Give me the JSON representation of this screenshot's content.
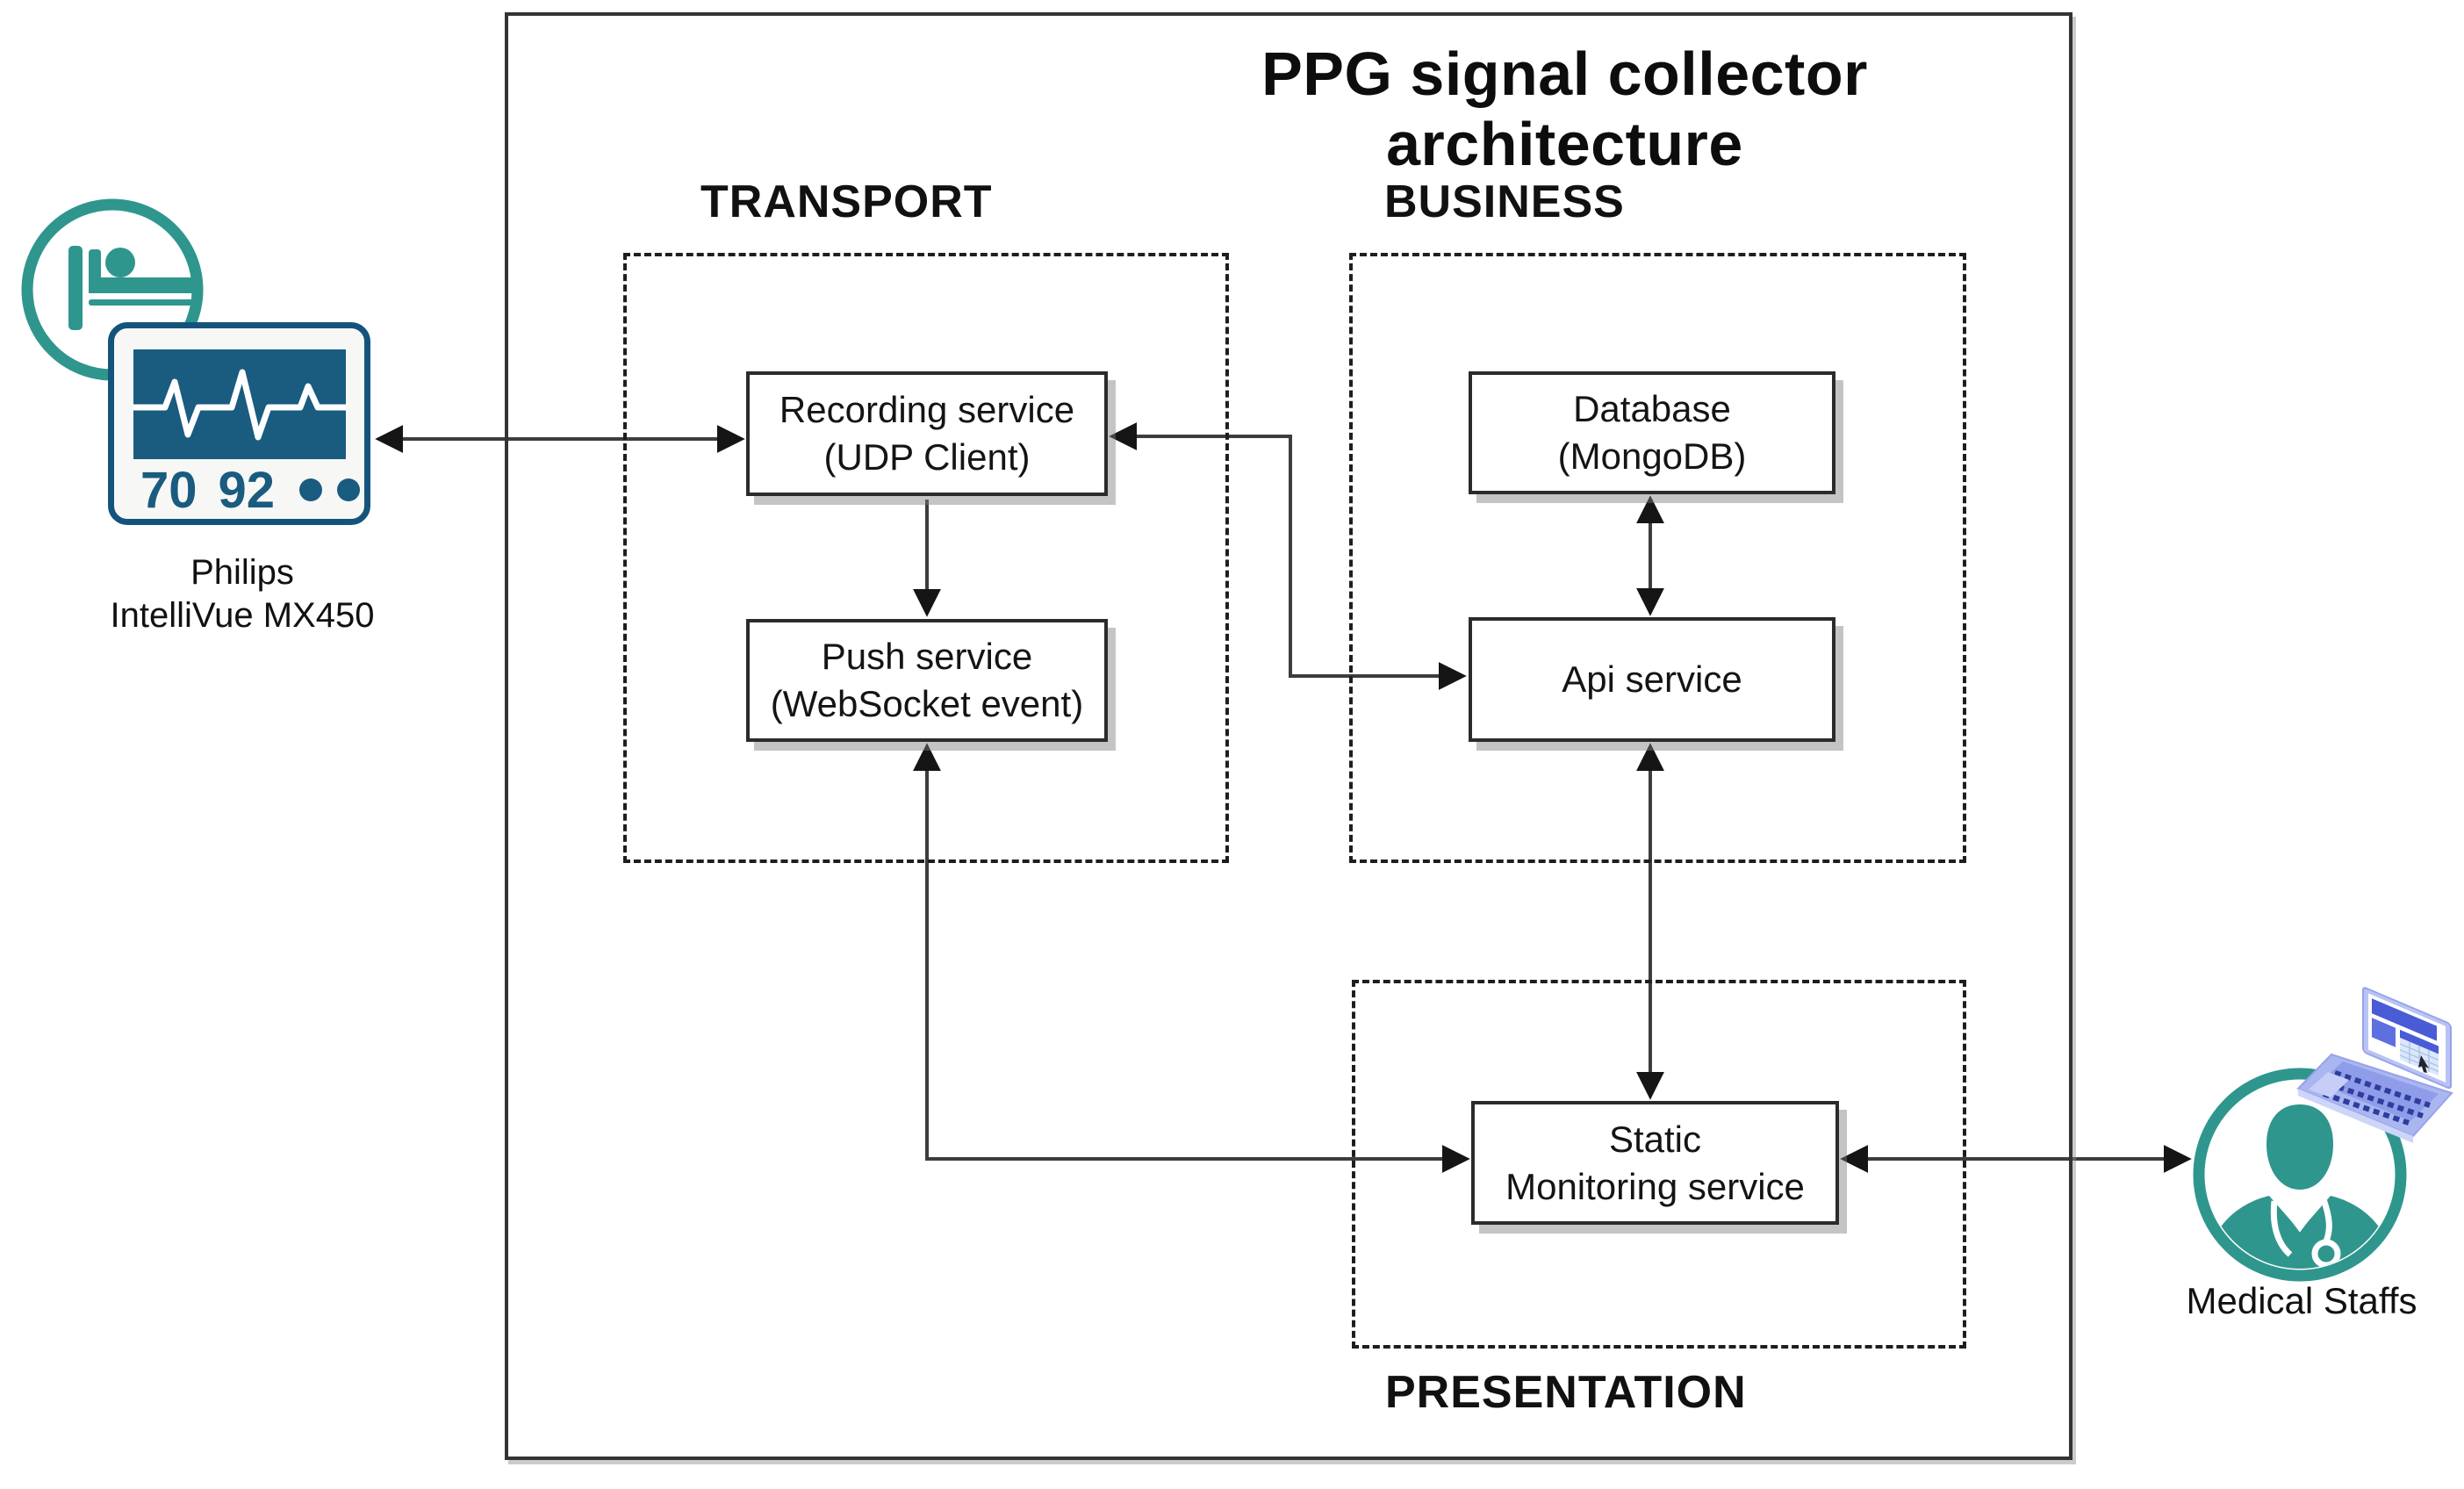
{
  "title": "PPG signal collector architecture",
  "sections": {
    "transport": {
      "label": "TRANSPORT"
    },
    "business": {
      "label": "BUSINESS"
    },
    "presentation": {
      "label": "PRESENTATION"
    }
  },
  "nodes": {
    "recording_service": {
      "line1": "Recording service",
      "line2": "(UDP Client)"
    },
    "push_service": {
      "line1": "Push service",
      "line2": "(WebSocket event)"
    },
    "database": {
      "line1": "Database",
      "line2": "(MongoDB)"
    },
    "api_service": {
      "line1": "Api service",
      "line2": ""
    },
    "static_monitoring_service": {
      "line1": "Static",
      "line2": "Monitoring service"
    }
  },
  "actors": {
    "patient_monitor": {
      "label_line1": "Philips",
      "label_line2": "IntelliVue MX450",
      "heart_rate": "70",
      "spo2": "92"
    },
    "medical_staffs": {
      "label": "Medical Staffs"
    }
  },
  "icons": {
    "patient": "patient-in-bed-icon",
    "monitor": "patient-monitor-icon",
    "doctor": "doctor-icon",
    "laptop": "laptop-icon",
    "ecg": "ecg-waveform-icon"
  },
  "colors": {
    "teal": "#2F968E",
    "monitor_border_blue": "#14547C",
    "monitor_screen_blue": "#1A5B80",
    "connector_gray": "#3D3D3D",
    "arrowhead_black": "#151515",
    "box_border": "#2B2B2B",
    "dashed_border": "#1E1E1E",
    "laptop_body": "#AAB6EF",
    "laptop_accent_blue": "#4A5BD6"
  }
}
